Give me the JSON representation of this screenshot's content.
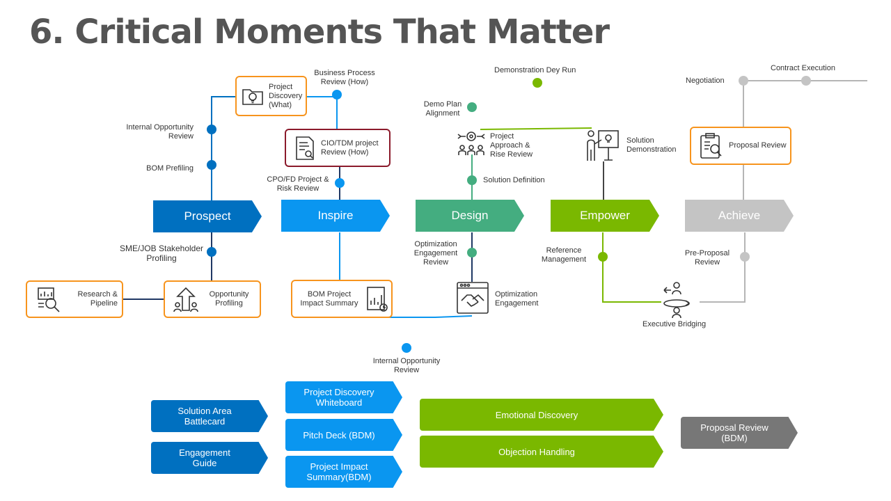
{
  "title": "6. Critical Moments That Matter",
  "colors": {
    "prospect": "#0070c0",
    "inspire": "#0a96f0",
    "design": "#44ad80",
    "empower": "#7ab800",
    "achieve": "#c4c4c4",
    "orange": "#f7941d",
    "maroon": "#8b1a2b",
    "gray": "#777777"
  },
  "stages": [
    {
      "id": "prospect",
      "label": "Prospect"
    },
    {
      "id": "inspire",
      "label": "Inspire"
    },
    {
      "id": "design",
      "label": "Design"
    },
    {
      "id": "empower",
      "label": "Empower"
    },
    {
      "id": "achieve",
      "label": "Achieve"
    }
  ],
  "cards": {
    "project_discovery": "Project Discovery (What)",
    "cio_tdm": "CIO/TDM project Review (How)",
    "research_pipeline": "Research & Pipeline",
    "opportunity_profiling": "Opportunity Profiling",
    "bom_impact": "BOM Project Impact Summary",
    "proposal_review": "Proposal Review"
  },
  "labels": {
    "business_process_review": "Business Process Review (How)",
    "internal_opportunity_review_top": "Internal Opportunity Review",
    "bom_prefiling": "BOM Prefiling",
    "cpo_fd": "CPO/FD Project & Risk Review",
    "sme_job": "SME/JOB Stakeholder Profiling",
    "demonstration_dry_run": "Demonstration Dey Run",
    "demo_plan_alignment": "Demo Plan Alignment",
    "project_approach": "Project Approach & Rise Review",
    "solution_definition": "Solution Definition",
    "optimization_engagement_review": "Optimization Engagement Review",
    "optimization_engagement": "Optimization Engagement",
    "solution_demonstration": "Solution Demonstration",
    "reference_management": "Reference Management",
    "executive_bridging": "Executive Bridging",
    "negotiation": "Negotiation",
    "contract_execution": "Contract Execution",
    "pre_proposal_review": "Pre-Proposal Review",
    "internal_opportunity_review_bottom": "Internal Opportunity Review"
  },
  "assets": {
    "solution_area_battlecard": "Solution Area Battlecard",
    "engagement_guide": "Engagement Guide",
    "project_discovery_whiteboard": "Project Discovery Whiteboard",
    "pitch_deck": "Pitch Deck (BDM)",
    "project_impact_summary": "Project Impact Summary(BDM)",
    "emotional_discovery": "Emotional Discovery",
    "objection_handling": "Objection Handling",
    "proposal_review_bdm": "Proposal Review (BDM)"
  }
}
